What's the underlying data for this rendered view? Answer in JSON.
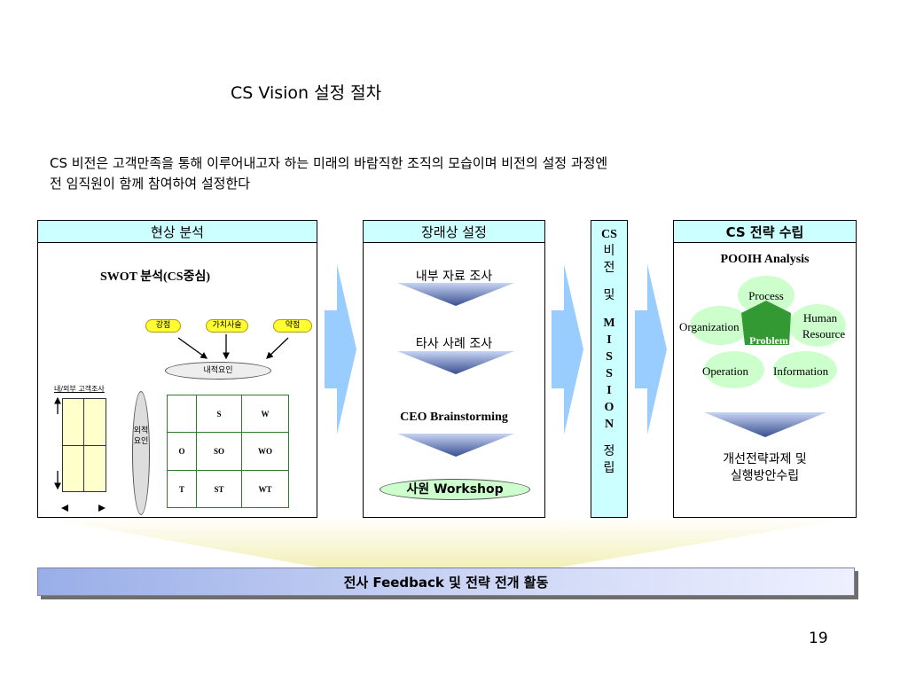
{
  "page": {
    "title": "CS Vision 설정 절차",
    "description_line1": "CS 비전은 고객만족을 통해 이루어내고자 하는 미래의 바람직한 조직의 모습이며 비전의 설정 과정엔",
    "description_line2": "전 임직원이 함께 참여하여 설정한다",
    "page_number": "19"
  },
  "box_current": {
    "header": "현상 분석",
    "swot_title": "SWOT 분석(CS중심)",
    "pill_strength": "강점",
    "pill_value": "가치사슬",
    "pill_weakness": "약점",
    "internal_factor": "내적요인",
    "external_label": "내/외부 고객조사",
    "external_factor": "외적요인",
    "grid": [
      [
        "",
        "S",
        "W"
      ],
      [
        "O",
        "SO",
        "WO"
      ],
      [
        "T",
        "ST",
        "WT"
      ]
    ]
  },
  "box_future": {
    "header": "장래상 설정",
    "step1": "내부 자료 조사",
    "step2": "타사 사례 조사",
    "step3": "CEO Brainstorming",
    "step4": "사원 Workshop"
  },
  "box_mission": {
    "text": "CS 비 전 및 M I S S I O N 정 립",
    "chars": [
      "CS",
      "비",
      "전",
      "",
      "및",
      "",
      "M",
      "I",
      "S",
      "S",
      "I",
      "O",
      "N",
      "",
      "정",
      "립"
    ]
  },
  "box_strategy": {
    "header": "CS 전략 수립",
    "analysis_title": "POOIH Analysis",
    "center": "Problem",
    "petals": {
      "process": "Process",
      "organization": "Organization",
      "human": "Human",
      "resource": "Resource",
      "operation": "Operation",
      "information": "Information"
    },
    "result_line1": "개선전략과제 및",
    "result_line2": "실행방안수립"
  },
  "footer_bar": "전사 Feedback 및 전략 전개 활동",
  "colors": {
    "header_bg": "#ccffff",
    "arrow": "#99ccff",
    "pill": "#ffff33",
    "flower_petal": "#ccffcc",
    "flower_center": "#339933",
    "bar_start": "#99aee8",
    "bar_end": "#eef0ff"
  }
}
